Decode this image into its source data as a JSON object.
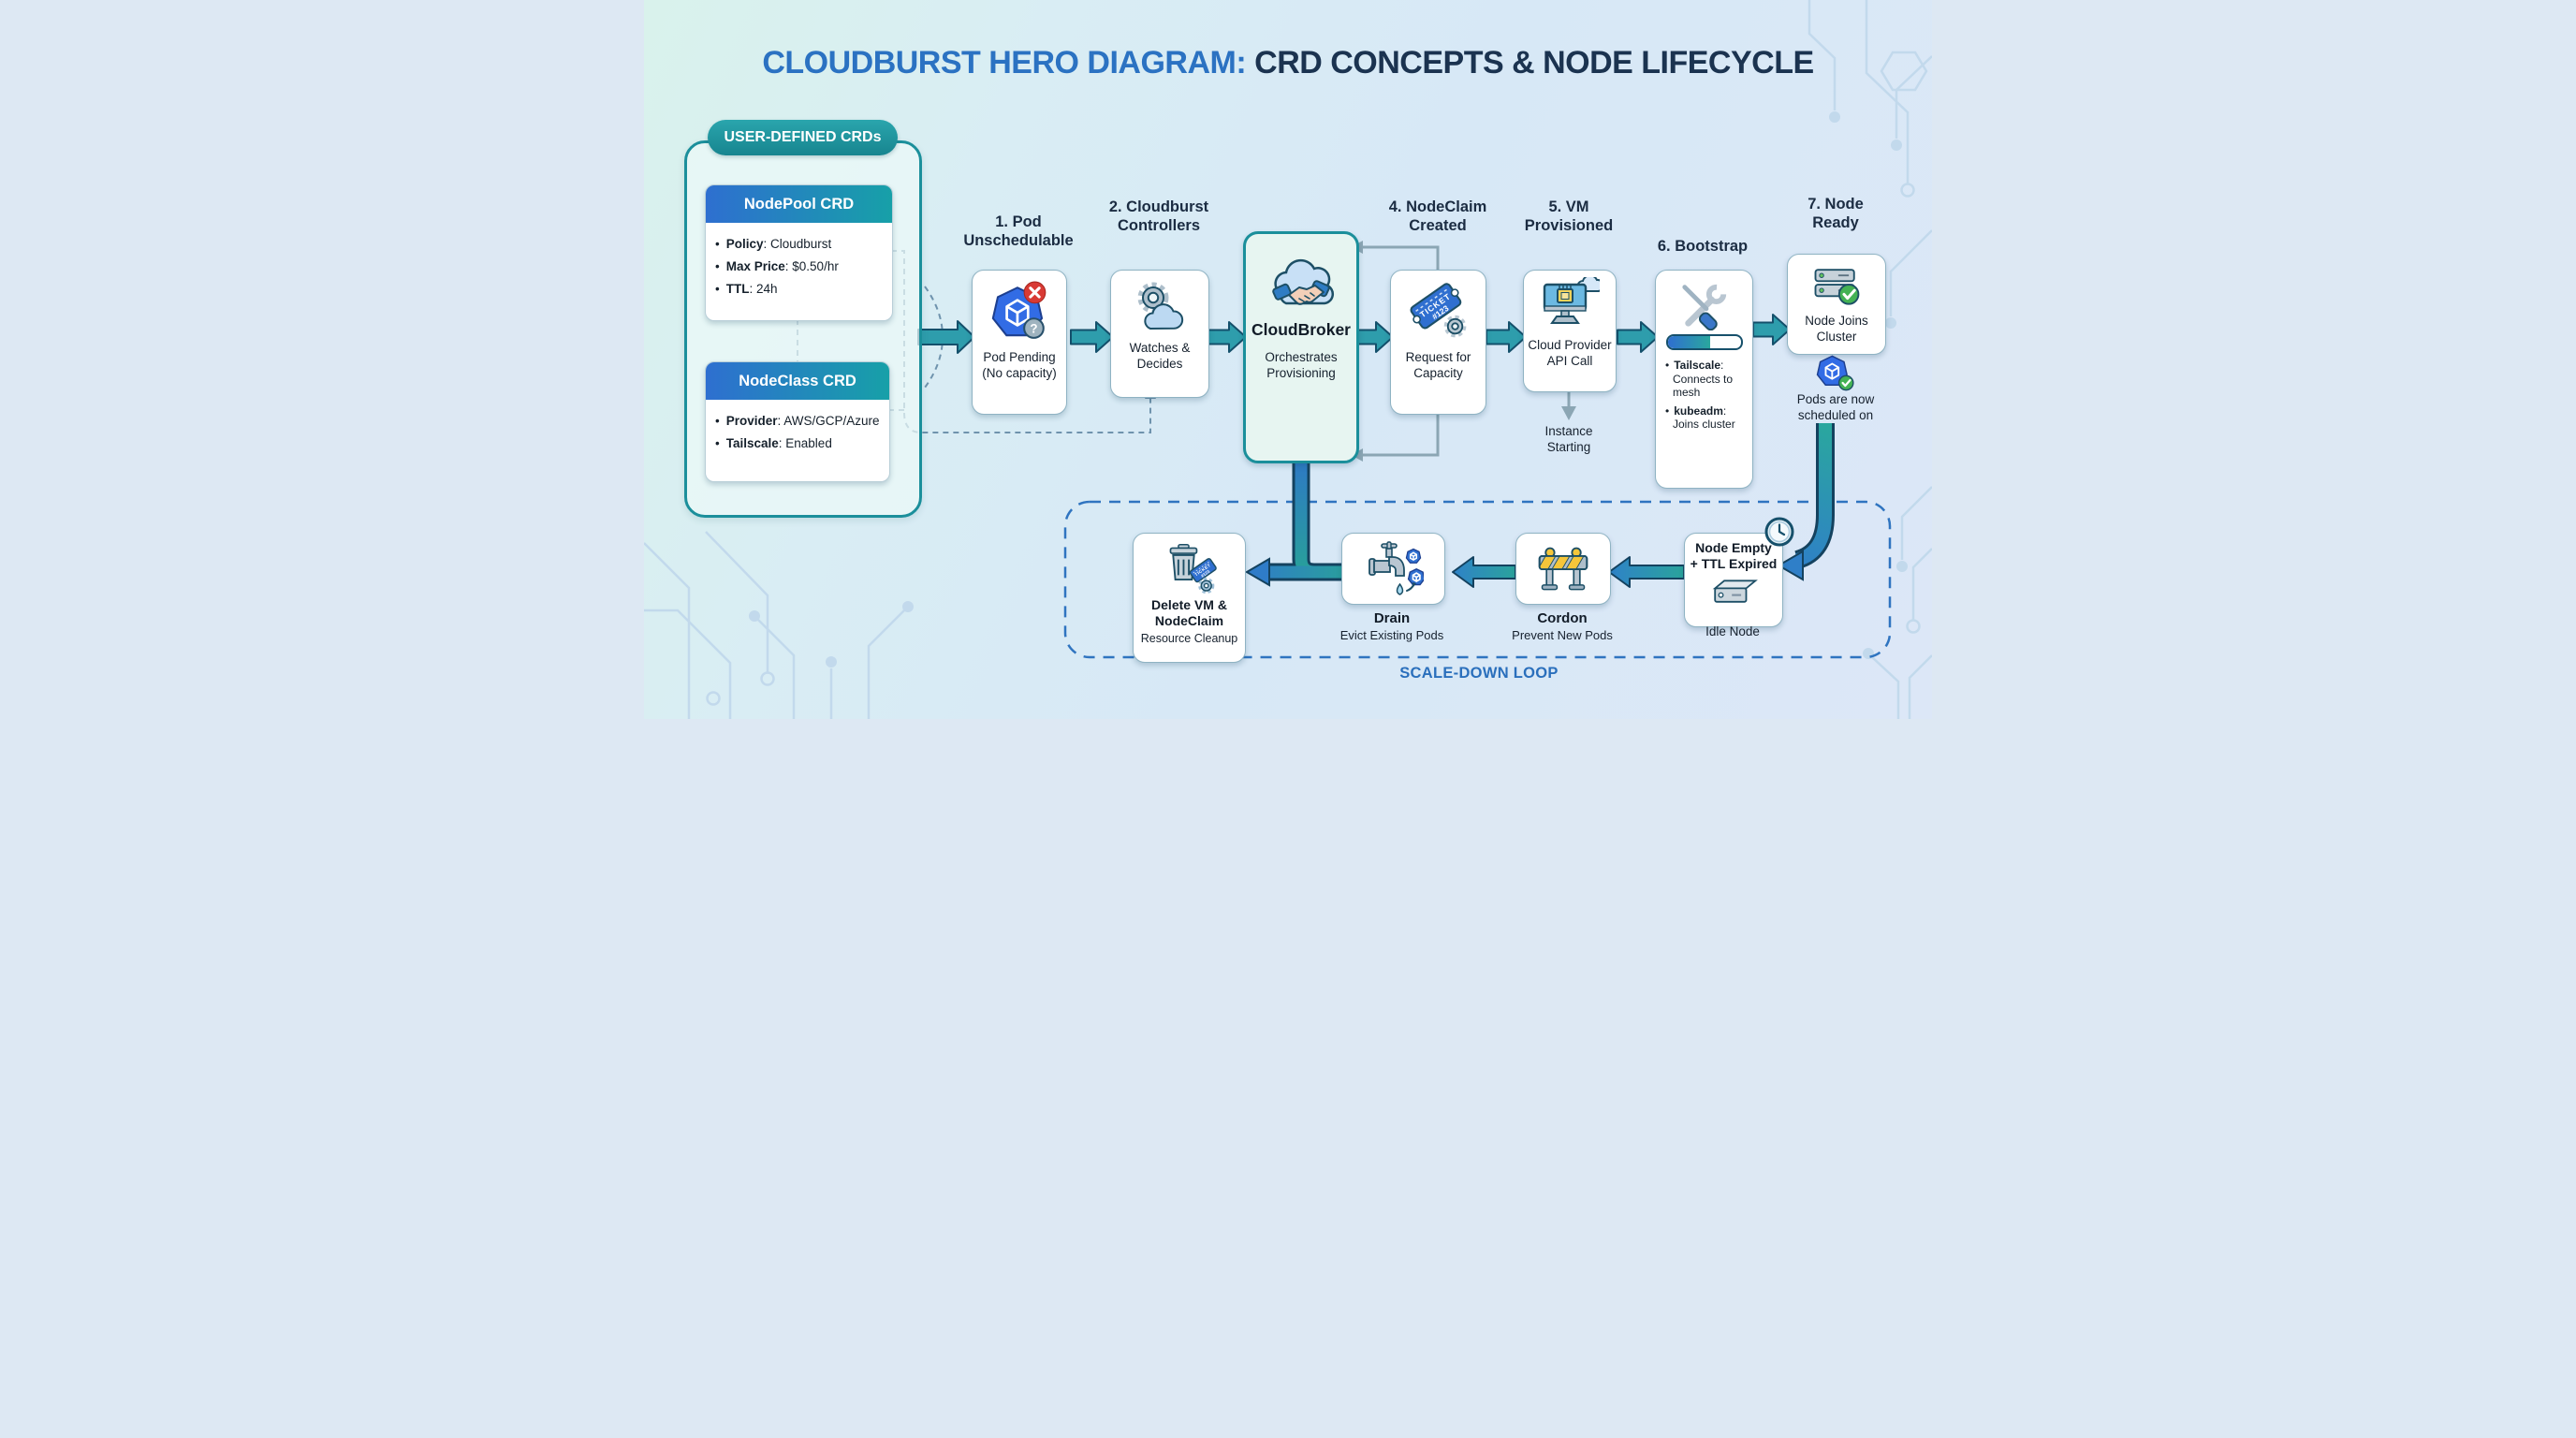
{
  "title": {
    "highlight": "CLOUDBURST HERO DIAGRAM:",
    "rest": " CRD CONCEPTS & NODE LIFECYCLE"
  },
  "crd_panel": {
    "tab": "USER-DEFINED CRDs",
    "nodepool": {
      "title": "NodePool CRD",
      "bullets": [
        {
          "k": "Policy",
          "v": ": Cloudburst"
        },
        {
          "k": "Max Price",
          "v": ": $0.50/hr"
        },
        {
          "k": "TTL",
          "v": ": 24h"
        }
      ]
    },
    "nodeclass": {
      "title": "NodeClass CRD",
      "bullets": [
        {
          "k": "Provider",
          "v": ": AWS/GCP/Azure"
        },
        {
          "k": "Tailscale",
          "v": ": Enabled"
        }
      ]
    }
  },
  "flow": {
    "step1": {
      "label1": "1. Pod",
      "label2": "Unschedulable",
      "cap1": "Pod Pending",
      "cap2": "(No capacity)",
      "badge_question": "?"
    },
    "step2": {
      "label1": "2. Cloudburst",
      "label2": "Controllers",
      "cap1": "Watches &",
      "cap2": "Decides"
    },
    "broker": {
      "title": "CloudBroker",
      "sub1": "Orchestrates",
      "sub2": "Provisioning"
    },
    "step4": {
      "label1": "4. NodeClaim",
      "label2": "Created",
      "cap1": "Request for",
      "cap2": "Capacity"
    },
    "step5": {
      "label1": "5. VM",
      "label2": "Provisioned",
      "cap1": "Cloud Provider",
      "cap2": "API Call",
      "note1": "Instance",
      "note2": "Starting"
    },
    "step6": {
      "label": "6. Bootstrap",
      "bullets": [
        {
          "k": "Tailscale",
          "v": ": Connects to mesh"
        },
        {
          "k": "kubeadm",
          "v": ": Joins cluster"
        }
      ]
    },
    "step7": {
      "label1": "7. Node",
      "label2": "Ready",
      "cap1": "Node Joins",
      "cap2": "Cluster",
      "note1": "Pods are now",
      "note2": "scheduled on"
    }
  },
  "ticket": {
    "line1": "TICKET",
    "line2": "#123"
  },
  "loop": {
    "label": "SCALE-DOWN LOOP",
    "idle": {
      "t1": "Node Empty",
      "t2": "+ TTL Expired",
      "caption": "Idle Node"
    },
    "cordon": {
      "title": "Cordon",
      "caption": "Prevent New Pods"
    },
    "drain": {
      "title": "Drain",
      "caption": "Evict Existing Pods"
    },
    "delete": {
      "t1": "Delete VM &",
      "t2": "NodeClaim",
      "caption": "Resource Cleanup"
    }
  },
  "colors": {
    "teal_border": "#1b8f9b",
    "arrow_teal": "#2e9dac",
    "blue": "#2e6fd0",
    "navy": "#16324f",
    "loop_blue": "#2f74c0",
    "green": "#44b254",
    "red": "#d83a34",
    "yellow": "#f5c63a",
    "title_blue": "#2b72c2"
  }
}
